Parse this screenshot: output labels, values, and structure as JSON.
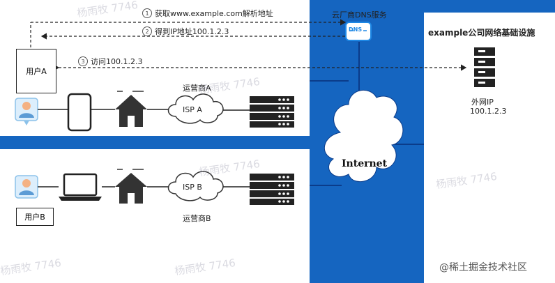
{
  "steps": [
    {
      "num": "1",
      "text": "获取www.example.com解析地址"
    },
    {
      "num": "2",
      "text": "得到IP地址100.1.2.3"
    },
    {
      "num": "3",
      "text": "访问100.1.2.3"
    }
  ],
  "dns": {
    "title": "云厂商DNS服务",
    "icon_text": "DNS"
  },
  "user_a": {
    "label": "用户A"
  },
  "user_b": {
    "label": "用户B"
  },
  "isp_a": {
    "cloud_label": "ISP A",
    "carrier_label": "运营商A"
  },
  "isp_b": {
    "cloud_label": "ISP B",
    "carrier_label": "运营商B"
  },
  "internet": {
    "label": "Internet"
  },
  "company": {
    "title": "example公司网络基础设施",
    "server_label": "外网IP",
    "server_ip": "100.1.2.3"
  },
  "watermarks": [
    "杨雨牧 7746",
    "杨雨牧 7746",
    "杨雨牧 7746",
    "杨雨牧 7746",
    "杨雨牧 7746",
    "杨雨牧 7746"
  ],
  "credit": "@稀土掘金技术社区",
  "colors": {
    "background": "#1565c0",
    "panel": "#ffffff",
    "line": "#222222",
    "cloud": "#ffffff"
  }
}
